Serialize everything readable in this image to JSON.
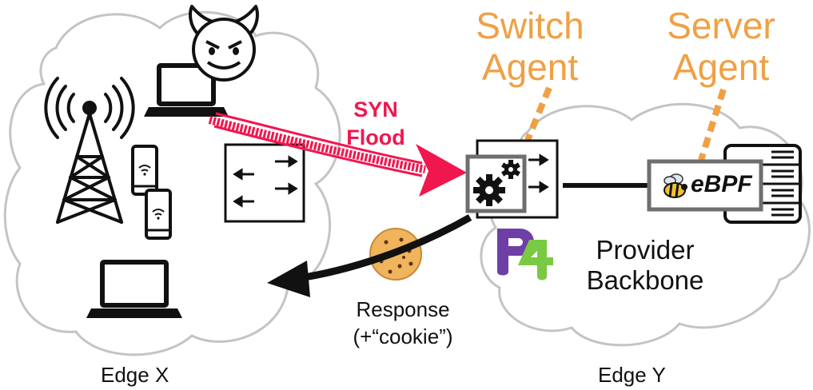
{
  "edges": {
    "left": "Edge X",
    "right": "Edge Y"
  },
  "agents": {
    "switch": {
      "line1": "Switch",
      "line2": "Agent"
    },
    "server": {
      "line1": "Server",
      "line2": "Agent"
    }
  },
  "attack": {
    "line1": "SYN",
    "line2": "Flood"
  },
  "response": {
    "line1": "Response",
    "line2": "(+“cookie”)"
  },
  "backbone": {
    "line1": "Provider",
    "line2": "Backbone"
  },
  "logos": {
    "ebpf_text": "eBPF",
    "p4_text": "P4"
  },
  "colors": {
    "agent": "#f0a044",
    "attack": "#f0174e",
    "p4_purple": "#6e3fa6",
    "p4_green": "#7ac943",
    "cloud_stroke": "#c4c4c4",
    "ink": "#111111",
    "box_gray": "#6e6e6e"
  },
  "icons": [
    "cell-tower-icon",
    "smartphone-icon",
    "laptop-icon",
    "devil-face-icon",
    "switch-icon",
    "p4-switch-icon",
    "gears-icon",
    "server-rack-icon",
    "ebpf-bee-icon",
    "cookie-icon"
  ]
}
